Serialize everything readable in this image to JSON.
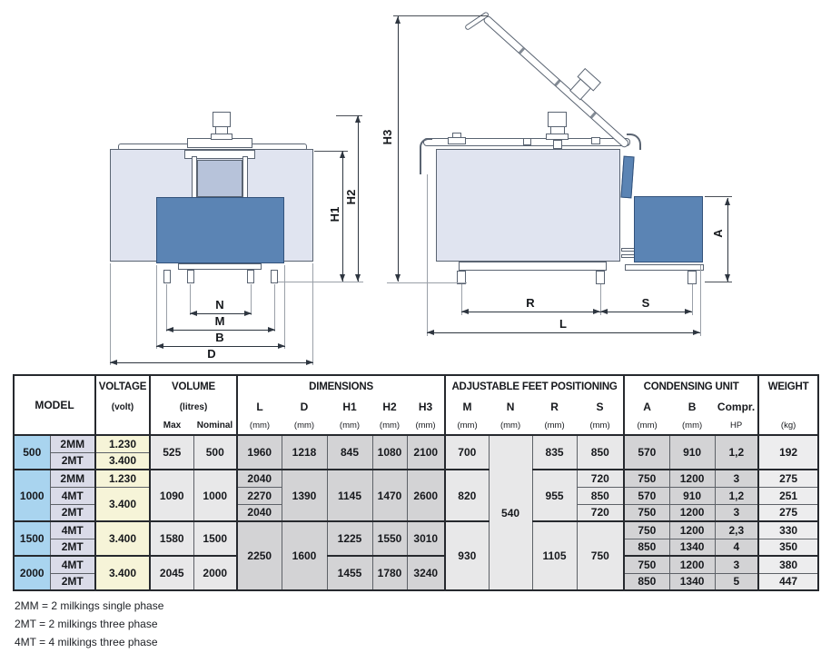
{
  "colors": {
    "steel_blue": "#5b84b4",
    "tank_light": "#e0e4f0",
    "window_blue": "#b7c3da",
    "outline": "#5a6472",
    "dim_line": "#2e3640",
    "model_cell": "#a9d4ef",
    "submodel_cell": "#dadbe8",
    "voltage_cell": "#f6f4d8",
    "grey_light_cell": "#e8e8e9",
    "grey_dark_cell": "#d3d3d5",
    "weight_cell": "#ededee"
  },
  "diagram_labels": {
    "h1": "H1",
    "h2": "H2",
    "h3": "H3",
    "a": "A",
    "n": "N",
    "m": "M",
    "b": "B",
    "d": "D",
    "r": "R",
    "s": "S",
    "l": "L"
  },
  "units": {
    "volt": "(volt)",
    "litres": "(litres)",
    "mm": "(mm)",
    "kg": "(kg)",
    "hp": "HP"
  },
  "table": {
    "groups": {
      "model": "MODEL",
      "voltage": "VOLTAGE",
      "volume": "VOLUME",
      "dimensions": "DIMENSIONS",
      "feet": "ADJUSTABLE FEET POSITIONING",
      "condensing": "CONDENSING UNIT",
      "weight": "WEIGHT"
    },
    "subheads": {
      "max": "Max",
      "nominal": "Nominal",
      "L": "L",
      "D": "D",
      "H1": "H1",
      "H2": "H2",
      "H3": "H3",
      "M": "M",
      "N": "N",
      "R": "R",
      "S": "S",
      "A": "A",
      "B": "B",
      "compr": "Compr."
    },
    "columns": [
      {
        "key": "model",
        "w": 40,
        "band": "model"
      },
      {
        "key": "sub",
        "w": 50,
        "band": "sub"
      },
      {
        "key": "volt",
        "w": 60,
        "band": "volt"
      },
      {
        "key": "max",
        "w": 48,
        "band": "light"
      },
      {
        "key": "nom",
        "w": 48,
        "band": "light"
      },
      {
        "key": "L",
        "w": 49,
        "band": "dark"
      },
      {
        "key": "D",
        "w": 50,
        "band": "dark"
      },
      {
        "key": "H1",
        "w": 50,
        "band": "dark"
      },
      {
        "key": "H2",
        "w": 38,
        "band": "dark"
      },
      {
        "key": "H3",
        "w": 42,
        "band": "dark"
      },
      {
        "key": "M",
        "w": 48,
        "band": "light"
      },
      {
        "key": "N",
        "w": 48,
        "band": "light"
      },
      {
        "key": "R",
        "w": 49,
        "band": "light"
      },
      {
        "key": "S",
        "w": 52,
        "band": "light"
      },
      {
        "key": "A",
        "w": 50,
        "band": "dark"
      },
      {
        "key": "B",
        "w": 50,
        "band": "dark"
      },
      {
        "key": "compr",
        "w": 48,
        "band": "dark"
      },
      {
        "key": "wt",
        "w": 66,
        "band": "lighter"
      }
    ],
    "thick_left_cols": [
      "volt",
      "max",
      "L",
      "M",
      "A",
      "wt"
    ],
    "rows": [
      {
        "group_start": true,
        "cells": [
          {
            "c": "model",
            "v": "500",
            "rs": 2
          },
          {
            "c": "sub",
            "v": "2MM"
          },
          {
            "c": "volt",
            "v": "1.230"
          },
          {
            "c": "max",
            "v": "525",
            "rs": 2
          },
          {
            "c": "nom",
            "v": "500",
            "rs": 2
          },
          {
            "c": "L",
            "v": "1960",
            "rs": 2
          },
          {
            "c": "D",
            "v": "1218",
            "rs": 2
          },
          {
            "c": "H1",
            "v": "845",
            "rs": 2
          },
          {
            "c": "H2",
            "v": "1080",
            "rs": 2
          },
          {
            "c": "H3",
            "v": "2100",
            "rs": 2
          },
          {
            "c": "M",
            "v": "700",
            "rs": 2
          },
          {
            "c": "N",
            "v": "540",
            "rs": 9
          },
          {
            "c": "R",
            "v": "835",
            "rs": 2
          },
          {
            "c": "S",
            "v": "850",
            "rs": 2
          },
          {
            "c": "A",
            "v": "570",
            "rs": 2
          },
          {
            "c": "B",
            "v": "910",
            "rs": 2
          },
          {
            "c": "compr",
            "v": "1,2",
            "rs": 2
          },
          {
            "c": "wt",
            "v": "192",
            "rs": 2
          }
        ]
      },
      {
        "cells": [
          {
            "c": "sub",
            "v": "2MT"
          },
          {
            "c": "volt",
            "v": "3.400"
          }
        ]
      },
      {
        "group_start": true,
        "cells": [
          {
            "c": "model",
            "v": "1000",
            "rs": 3
          },
          {
            "c": "sub",
            "v": "2MM"
          },
          {
            "c": "volt",
            "v": "1.230"
          },
          {
            "c": "max",
            "v": "1090",
            "rs": 3
          },
          {
            "c": "nom",
            "v": "1000",
            "rs": 3
          },
          {
            "c": "L",
            "v": "2040"
          },
          {
            "c": "D",
            "v": "1390",
            "rs": 3
          },
          {
            "c": "H1",
            "v": "1145",
            "rs": 3
          },
          {
            "c": "H2",
            "v": "1470",
            "rs": 3
          },
          {
            "c": "H3",
            "v": "2600",
            "rs": 3
          },
          {
            "c": "M",
            "v": "820",
            "rs": 3
          },
          {
            "c": "R",
            "v": "955",
            "rs": 3
          },
          {
            "c": "S",
            "v": "720"
          },
          {
            "c": "A",
            "v": "750"
          },
          {
            "c": "B",
            "v": "1200"
          },
          {
            "c": "compr",
            "v": "3"
          },
          {
            "c": "wt",
            "v": "275"
          }
        ]
      },
      {
        "cells": [
          {
            "c": "sub",
            "v": "4MT"
          },
          {
            "c": "volt",
            "v": "3.400",
            "rs": 2
          },
          {
            "c": "L",
            "v": "2270"
          },
          {
            "c": "S",
            "v": "850"
          },
          {
            "c": "A",
            "v": "570"
          },
          {
            "c": "B",
            "v": "910"
          },
          {
            "c": "compr",
            "v": "1,2"
          },
          {
            "c": "wt",
            "v": "251"
          }
        ]
      },
      {
        "cells": [
          {
            "c": "sub",
            "v": "2MT"
          },
          {
            "c": "L",
            "v": "2040"
          },
          {
            "c": "S",
            "v": "720"
          },
          {
            "c": "A",
            "v": "750"
          },
          {
            "c": "B",
            "v": "1200"
          },
          {
            "c": "compr",
            "v": "3"
          },
          {
            "c": "wt",
            "v": "275"
          }
        ]
      },
      {
        "group_start": true,
        "cells": [
          {
            "c": "model",
            "v": "1500",
            "rs": 2
          },
          {
            "c": "sub",
            "v": "4MT"
          },
          {
            "c": "volt",
            "v": "3.400",
            "rs": 2
          },
          {
            "c": "max",
            "v": "1580",
            "rs": 2
          },
          {
            "c": "nom",
            "v": "1500",
            "rs": 2
          },
          {
            "c": "L",
            "v": "2250",
            "rs": 4
          },
          {
            "c": "D",
            "v": "1600",
            "rs": 4
          },
          {
            "c": "H1",
            "v": "1225",
            "rs": 2
          },
          {
            "c": "H2",
            "v": "1550",
            "rs": 2
          },
          {
            "c": "H3",
            "v": "3010",
            "rs": 2
          },
          {
            "c": "M",
            "v": "930",
            "rs": 4
          },
          {
            "c": "R",
            "v": "1105",
            "rs": 4
          },
          {
            "c": "S",
            "v": "750",
            "rs": 4
          },
          {
            "c": "A",
            "v": "750"
          },
          {
            "c": "B",
            "v": "1200"
          },
          {
            "c": "compr",
            "v": "2,3"
          },
          {
            "c": "wt",
            "v": "330"
          }
        ]
      },
      {
        "cells": [
          {
            "c": "sub",
            "v": "2MT"
          },
          {
            "c": "A",
            "v": "850"
          },
          {
            "c": "B",
            "v": "1340"
          },
          {
            "c": "compr",
            "v": "4"
          },
          {
            "c": "wt",
            "v": "350"
          }
        ]
      },
      {
        "group_start": true,
        "cells": [
          {
            "c": "model",
            "v": "2000",
            "rs": 2
          },
          {
            "c": "sub",
            "v": "4MT"
          },
          {
            "c": "volt",
            "v": "3.400",
            "rs": 2
          },
          {
            "c": "max",
            "v": "2045",
            "rs": 2
          },
          {
            "c": "nom",
            "v": "2000",
            "rs": 2
          },
          {
            "c": "H1",
            "v": "1455",
            "rs": 2
          },
          {
            "c": "H2",
            "v": "1780",
            "rs": 2
          },
          {
            "c": "H3",
            "v": "3240",
            "rs": 2
          },
          {
            "c": "A",
            "v": "750"
          },
          {
            "c": "B",
            "v": "1200"
          },
          {
            "c": "compr",
            "v": "3"
          },
          {
            "c": "wt",
            "v": "380"
          }
        ]
      },
      {
        "cells": [
          {
            "c": "sub",
            "v": "2MT"
          },
          {
            "c": "A",
            "v": "850"
          },
          {
            "c": "B",
            "v": "1340"
          },
          {
            "c": "compr",
            "v": "5"
          },
          {
            "c": "wt",
            "v": "447"
          }
        ]
      }
    ]
  },
  "footnotes": [
    "2MM = 2 milkings single phase",
    "2MT = 2 milkings three phase",
    "4MT = 4 milkings three phase"
  ]
}
